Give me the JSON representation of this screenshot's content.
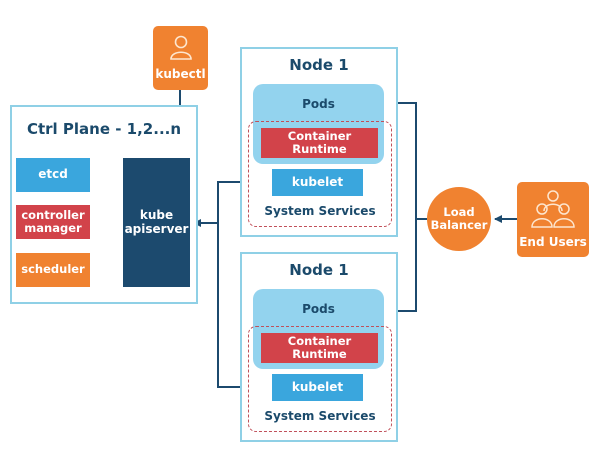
{
  "colors": {
    "navy": "#1c4a6e",
    "blue": "#3aa6dd",
    "red": "#d2434a",
    "orange": "#f08230",
    "pods_bg": "#93d3ee",
    "frame": "#8fd0e6",
    "dashed": "#c0505a",
    "text_dark": "#1b4a6b"
  },
  "kubectl": {
    "label": "kubectl",
    "icon": "user-icon"
  },
  "control_plane": {
    "title": "Ctrl Plane - 1,2...n",
    "components": [
      {
        "label": "etcd"
      },
      {
        "label": "controller manager"
      },
      {
        "label": "scheduler"
      }
    ],
    "apiserver": {
      "label": "kube apiserver"
    }
  },
  "nodes": [
    {
      "title": "Node 1",
      "pods_label": "Pods",
      "container_runtime_label": "Container Runtime",
      "kubelet_label": "kubelet",
      "system_services_label": "System Services"
    },
    {
      "title": "Node 1",
      "pods_label": "Pods",
      "container_runtime_label": "Container Runtime",
      "kubelet_label": "kubelet",
      "system_services_label": "System Services"
    }
  ],
  "load_balancer": {
    "label": "Load Balancer"
  },
  "end_users": {
    "label": "End Users",
    "icon": "users-group-icon"
  }
}
